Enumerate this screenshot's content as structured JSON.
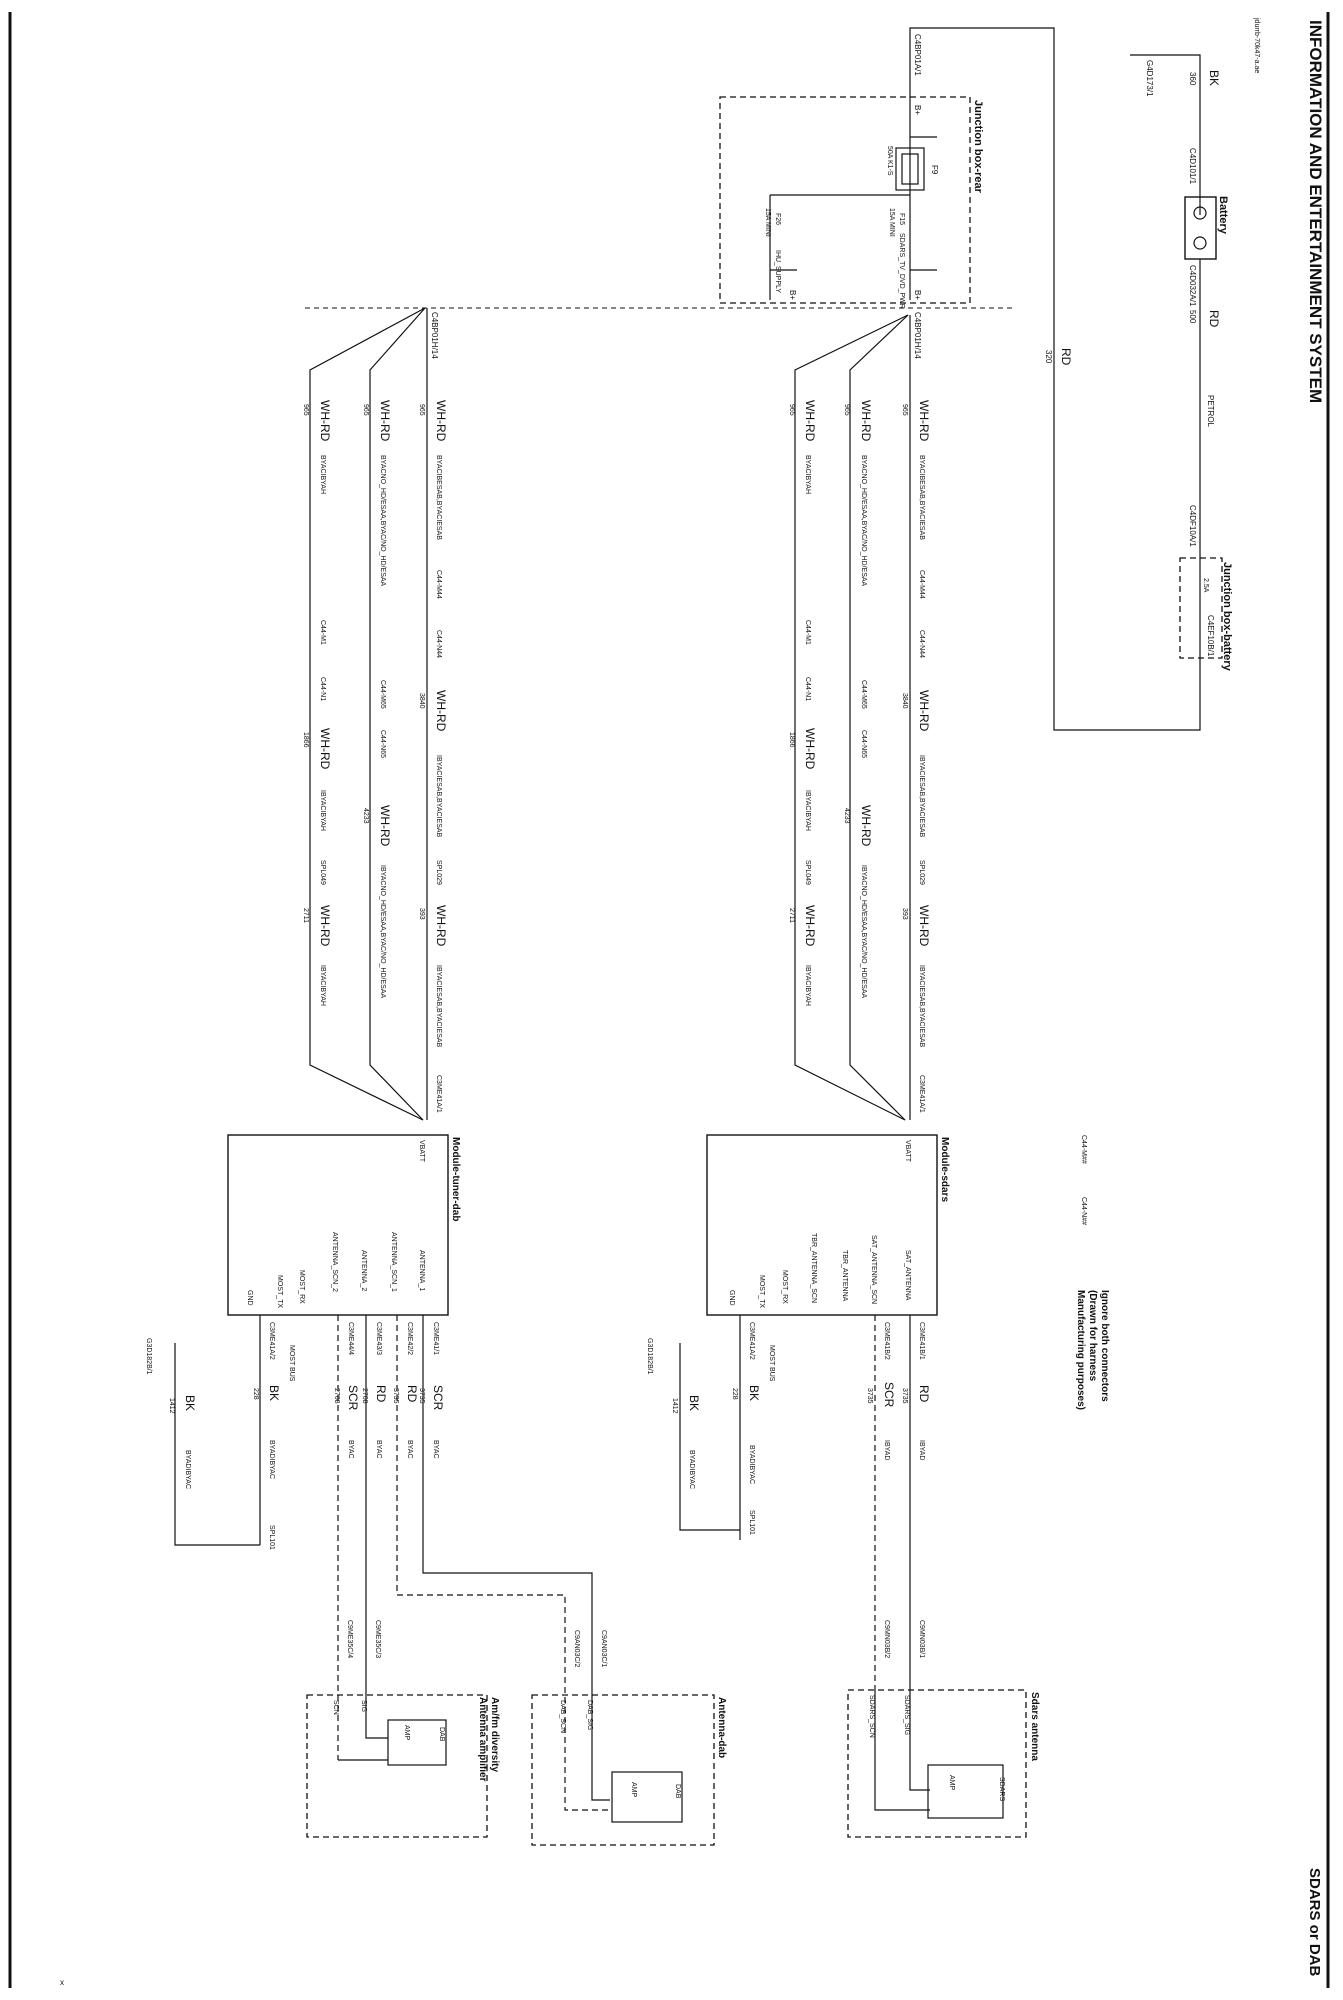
{
  "header": {
    "title": "INFORMATION AND ENTERTAINMENT SYSTEM",
    "subtitle": "SDARS or DAB",
    "drawing_id": "jdurrb-70k47-a.ae",
    "footer_mark": "x"
  },
  "top": {
    "ground_label": "G4D173/1",
    "wire_bk": "BK",
    "wire_bk_num": "360",
    "battery_title": "Battery",
    "battery_neg_conn": "C4D101/1",
    "battery_pos_conn": "C4D032A/1",
    "wire_rd_petrol": "RD",
    "wire_rd_petrol_num": "500",
    "petrol_note": "PETROL",
    "jbb_title": "Junction box-battery",
    "jbb_conn_in": "C4DF10A/1",
    "jbb_conn_out": "C4EF10B/1",
    "jbb_fuse": "2.5A",
    "wire_rd_320": "RD",
    "wire_rd_320_num": "320"
  },
  "jbr": {
    "title": "Junction box-rear",
    "conn_in": "C4BP01A/1",
    "bplus_in": "B+",
    "fuse_main": "F9",
    "fuse_main_rating": "50A K1-S",
    "fuse_f15": "F15",
    "fuse_f15_rating": "15A MINI",
    "fuse_f26": "F26",
    "fuse_f26_rating": "15A MINI",
    "out_f15": "SDARS_TV_DVD_PWR",
    "out_f26": "IHU_SUPPLY",
    "bplus_out1": "B+",
    "bplus_out2": "B+",
    "conn_out": "C4BP01H/14"
  },
  "branch": {
    "wire_color": "WH-RD",
    "num_965": "965",
    "num_3840": "3840",
    "num_1866": "1866",
    "num_4233": "4233",
    "num_393": "393",
    "num_2711": "2711",
    "cond_top": "BYACIBESAB,BYACIESAB",
    "cond_mid": "BYACNO_HD/ESAA,BYAC/NO_HD/ESAA",
    "cond_bot": "BYACIBYAH",
    "cond_b_top": "IBYACIESAB,BYACIESAB",
    "cond_b_mid": "IBYACNO_HD/ESAA,BYAC/NO_HD/ESAA",
    "cond_b_bot": "IBYACIBYAH",
    "c44m44": "C44-M44",
    "c44n44": "C44-N44",
    "c44m65": "C44-M65",
    "c44n65": "C44-N65",
    "c44m1": "C44-M1",
    "c44n1": "C44-N1",
    "splice_top": "SPL029",
    "splice_bot": "SPL049",
    "module_conn": "C3ME41A/1"
  },
  "legend": {
    "conn_m": "C44-M##",
    "conn_n": "C44-N##",
    "note_line1": "Ignore both connectors",
    "note_line2": "(Drawn for harness",
    "note_line3": "Manufacturing purposes)"
  },
  "sdars": {
    "module_title": "Module-sdars",
    "pins": [
      "VBATT",
      "SAT_ANTENNA",
      "SAT_ANTENNA_SCN",
      "TBR_ANTENNA",
      "TBR_ANTENNA_SCN",
      "MOST_RX",
      "MOST_TX",
      "GND"
    ],
    "most_bus": "MOST BUS",
    "conn_a": "C3ME41B/1",
    "conn_b": "C3ME41B/2",
    "conn_gnd": "C3ME41A/2",
    "wire_rd": "RD",
    "wire_rd_num": "3735",
    "wire_scr": "SCR",
    "wire_scr_num": "3735",
    "wire_bk": "BK",
    "wire_bk_num": "228",
    "wire_bk2_num": "1412",
    "cond_a": "IBYAD",
    "cond_b": "IBYAD",
    "cond_gnd": "BYADIBYAC",
    "splice": "SPL101",
    "ground": "G3D182B/1",
    "antenna_conn1": "C9MN03B/1",
    "antenna_conn2": "C9MN03B/2",
    "antenna_title": "Sdars antenna",
    "sig": "SDARS_SIG",
    "scn": "SDARS_SCN",
    "amp": "AMP",
    "ant": "SDARS"
  },
  "dab": {
    "module_title": "Module-tuner-dab",
    "pins": [
      "VBATT",
      "ANTENNA_1",
      "ANTENNA_SCN_1",
      "ANTENNA_2",
      "ANTENNA_SCN_2",
      "MOST_RX",
      "MOST_TX",
      "GND"
    ],
    "most_bus": "MOST BUS",
    "conn1": "C3ME41/1",
    "conn2": "C3ME42/2",
    "conn3": "C3ME43/3",
    "conn4": "C3ME44/4",
    "conn_gnd": "C3ME41A/2",
    "w1_color": "SCR",
    "w1_num": "3735",
    "w2_color": "RD",
    "w2_num": "3735",
    "w3_color": "RD",
    "w3_num": "2708",
    "w4_color": "SCR",
    "w4_num": "2708",
    "cond": "BYAC",
    "wire_bk": "BK",
    "wire_bk_num": "228",
    "wire_bk2_num": "1412",
    "cond_gnd": "BYADIBYAC",
    "splice": "SPL101",
    "ground": "G3D182B/1",
    "amfm_conn1": "C9ME35C/3",
    "amfm_conn2": "C9ME35C/4",
    "amfm_title": "Am/fm diversity",
    "amfm_title2": "Antenna amplifier",
    "amfm_sig": "SIG",
    "amfm_scn": "SCN",
    "amfm_ant": "DAB",
    "dab_conn1": "C9AN03C/1",
    "dab_conn2": "C9AN03C/2",
    "dab_title": "Antenna-dab",
    "dab_sig": "DAB_SIG",
    "dab_scn": "DAB_SCN",
    "amp": "AMP",
    "dab_ant": "DAB"
  }
}
